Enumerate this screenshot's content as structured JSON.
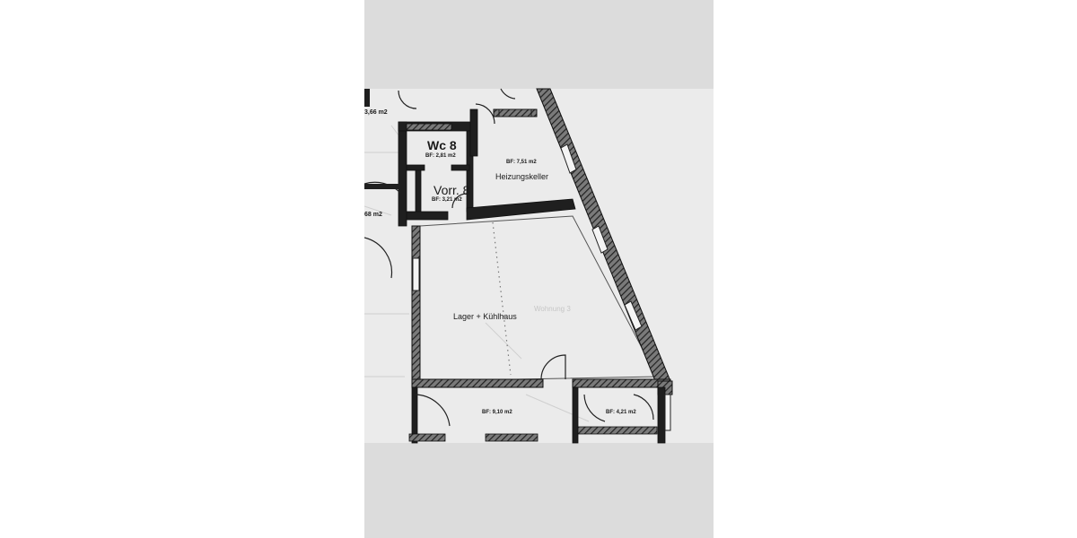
{
  "plan": {
    "rooms": [
      {
        "name": "Wc 8",
        "area": "BF: 2,81 m2"
      },
      {
        "name": "Vorr. 8",
        "area": "BF: 3,21 m2"
      },
      {
        "name": "Heizungskeller",
        "area": "BF: 7,51 m2"
      },
      {
        "name": "Lager + Kühlhaus",
        "area": ""
      }
    ],
    "lower_areas": [
      "BF: 9,10 m2",
      "BF: 4,21 m2"
    ],
    "cut_off_areas": [
      "3,66 m2",
      "68 m2"
    ],
    "faint_text": "Wohnung 3"
  }
}
